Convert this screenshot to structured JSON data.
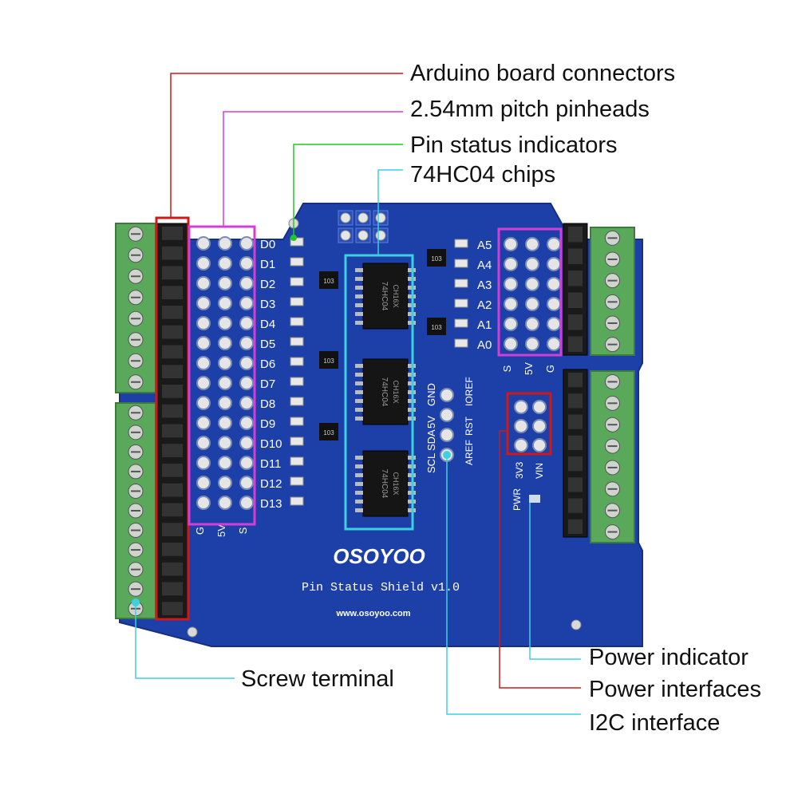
{
  "callouts": {
    "arduino_connectors": "Arduino board  connectors",
    "pinheads": "2.54mm pitch pinheads",
    "status_indicators": "Pin status indicators",
    "chips": "74HC04 chips",
    "power_indicator": "Power indicator",
    "power_interfaces": "Power interfaces",
    "i2c": "I2C interface",
    "screw_terminal": "Screw terminal"
  },
  "board": {
    "brand": "OSOYOO",
    "name": "Pin Status Shield  v1.0",
    "url": "www.osoyoo.com",
    "digital_labels": [
      "D0",
      "D1",
      "D2",
      "D3",
      "D4",
      "D5",
      "D6",
      "D7",
      "D8",
      "D9",
      "D10",
      "D11",
      "D12",
      "D13"
    ],
    "analog_labels": [
      "A5",
      "A4",
      "A3",
      "A2",
      "A1",
      "A0"
    ],
    "left_header_labels": [
      "G",
      "5V",
      "S"
    ],
    "right_header_labels": [
      "S",
      "5V",
      "G"
    ],
    "i2c_labels": [
      "SCL",
      "SDA",
      "5V",
      "GND"
    ],
    "power_top_labels": [
      "AREF",
      "RST",
      "IOREF"
    ],
    "power_bottom_labels": [
      "3V3",
      "VIN"
    ],
    "pwr_label": "PWR",
    "chip_label": "74HC04",
    "chip_code": "CH16X",
    "resistor_label": "103"
  },
  "colors": {
    "pcb": "#1d3fa8",
    "pcb_dark": "#14307f",
    "terminal_green": "#5aa85a",
    "header_black": "#1a1a1a",
    "red_box": "#d01818",
    "magenta_box": "#d63cd6",
    "cyan_box": "#3cd0e0",
    "green_line": "#22c822"
  }
}
